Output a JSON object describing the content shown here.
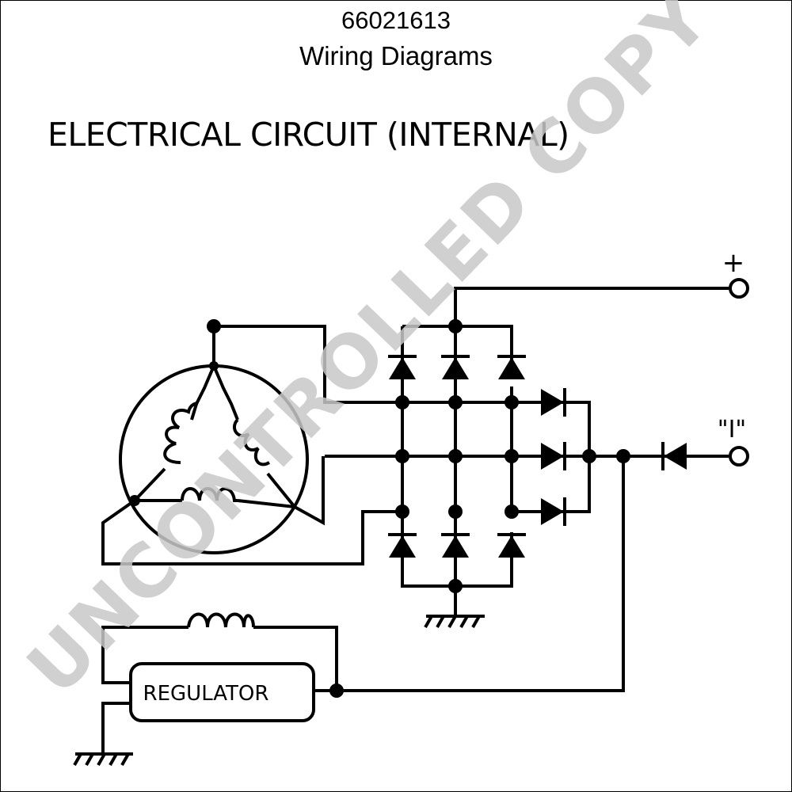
{
  "header": {
    "part_number": "66021613",
    "doc_title": "Wiring Diagrams"
  },
  "diagram": {
    "heading": "ELECTRICAL CIRCUIT (INTERNAL)",
    "terminals": {
      "positive": "+",
      "indicator": "\"I\""
    },
    "regulator_label": "REGULATOR"
  },
  "watermark": {
    "text": "UNCONTROLLED COPY",
    "color": "#c8c8c8"
  },
  "colors": {
    "line": "#000000",
    "background": "#ffffff"
  }
}
